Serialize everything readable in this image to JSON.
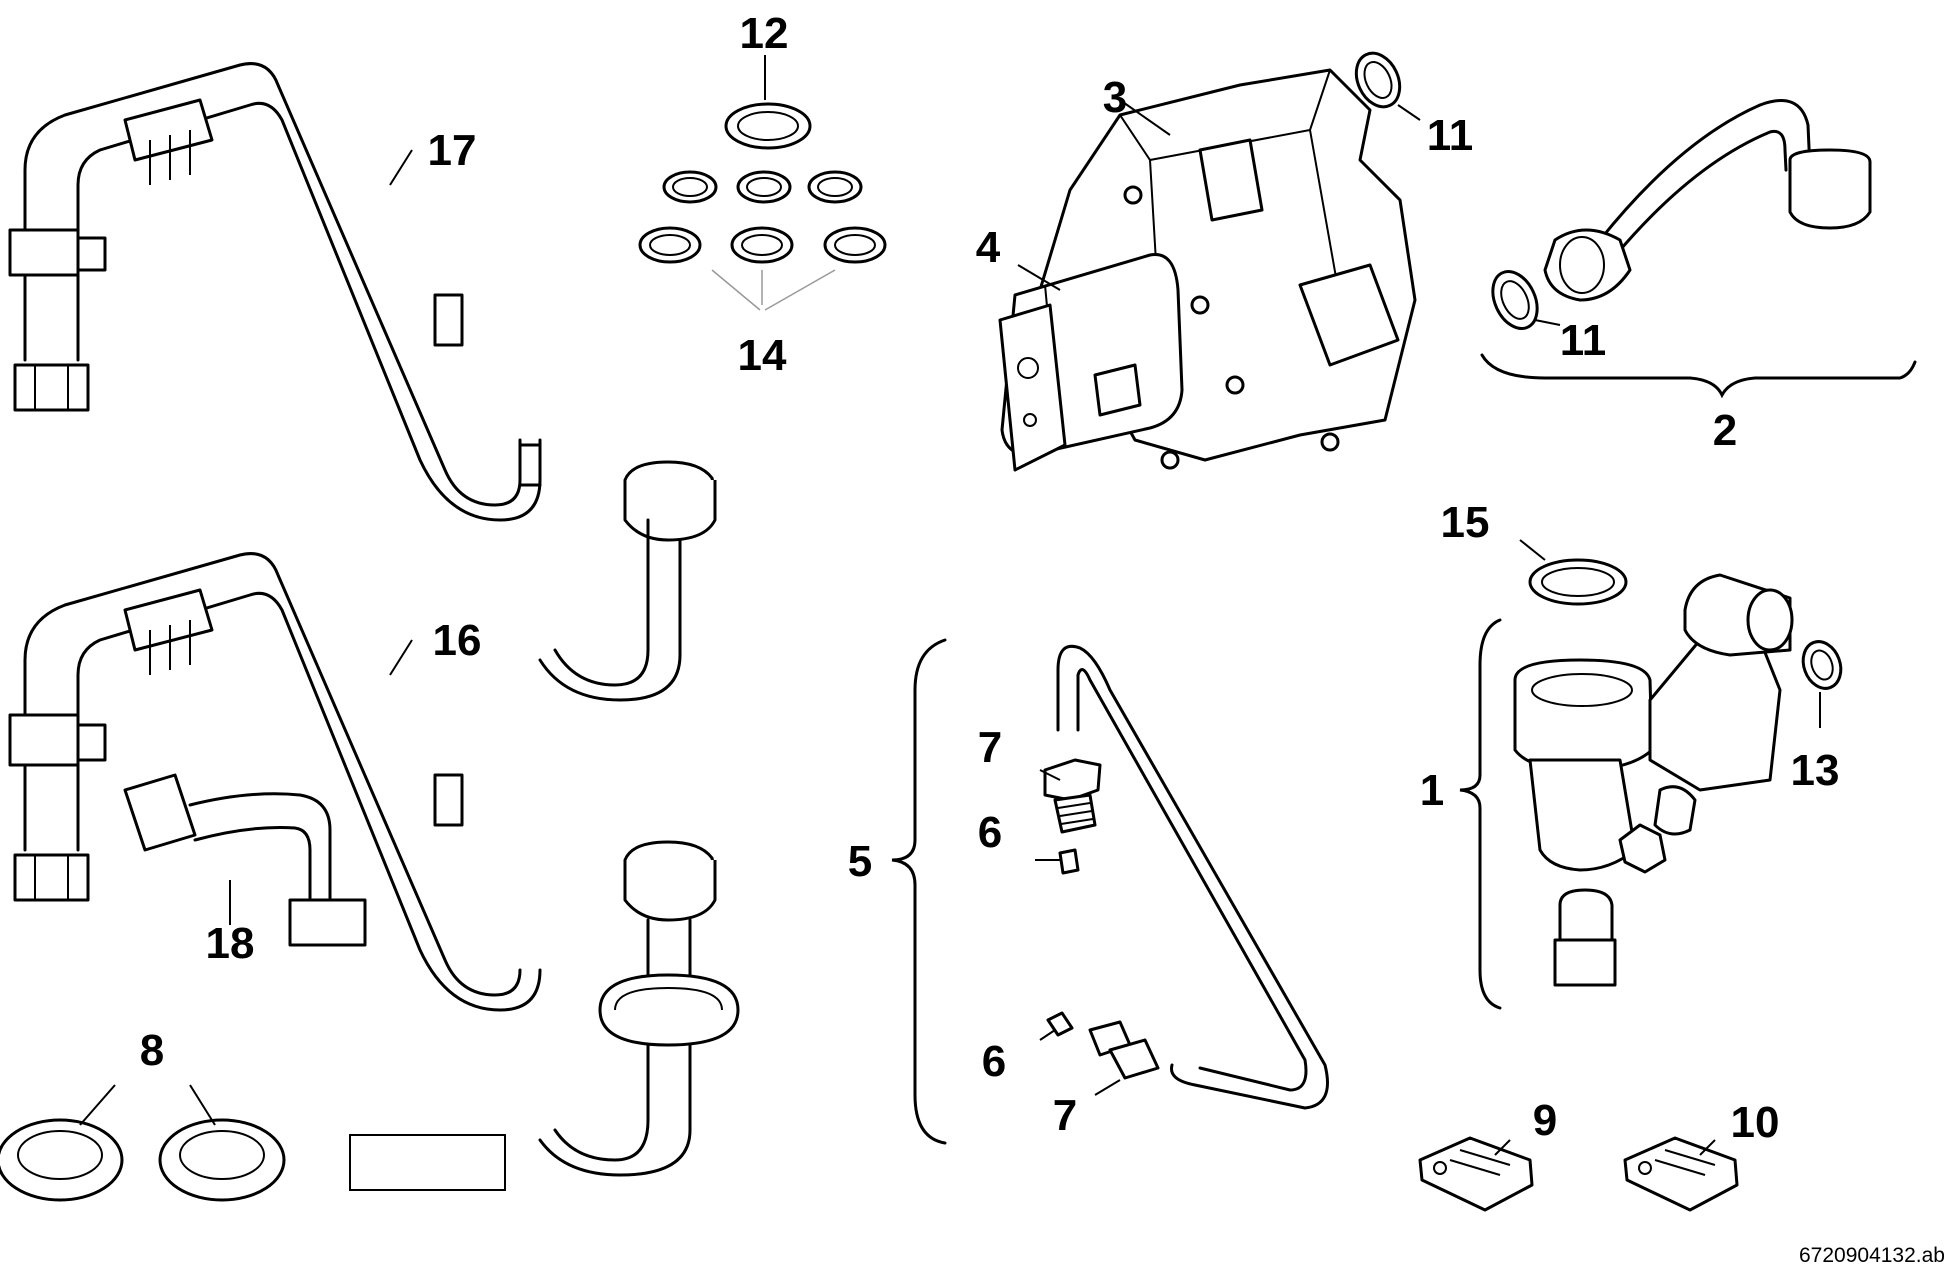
{
  "diagram": {
    "type": "exploded parts diagram",
    "callouts": {
      "c1": "1",
      "c2": "2",
      "c3": "3",
      "c4": "4",
      "c5": "5",
      "c6a": "6",
      "c6b": "6",
      "c7a": "7",
      "c7b": "7",
      "c8": "8",
      "c9": "9",
      "c10": "10",
      "c11a": "11",
      "c11b": "11",
      "c12": "12",
      "c13": "13",
      "c14": "14",
      "c15": "15",
      "c16": "16",
      "c17": "17",
      "c18": "18"
    },
    "drawing_code": "6720904132.ab"
  }
}
